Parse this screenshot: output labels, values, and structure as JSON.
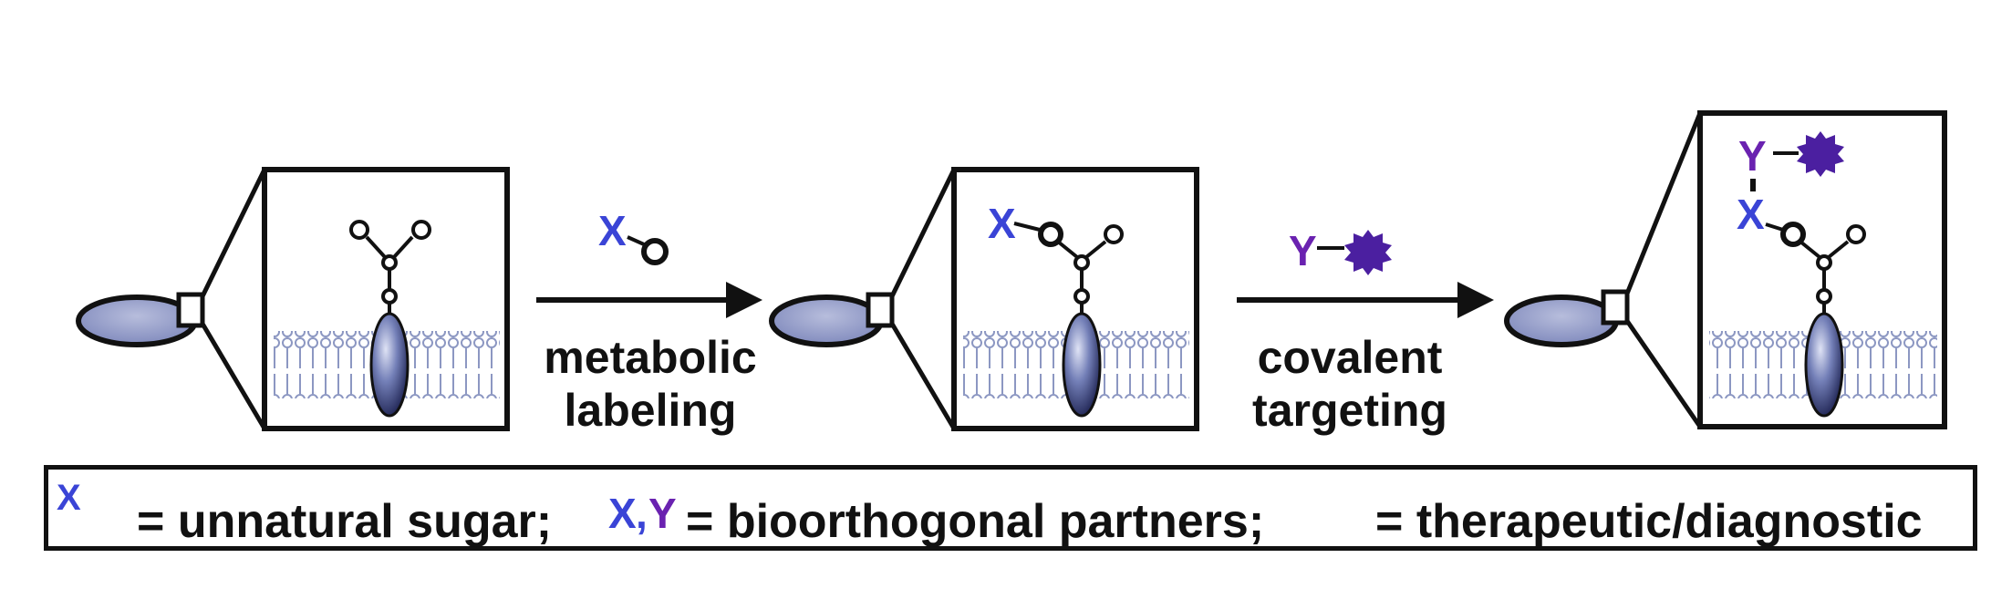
{
  "steps": [
    {
      "label_line1": "metabolic",
      "label_line2": "labeling"
    },
    {
      "label_line1": "covalent",
      "label_line2": "targeting"
    }
  ],
  "reagents": {
    "x_label": "X",
    "y_label": "Y"
  },
  "legend": {
    "x_label": "X",
    "y_label": "Y",
    "sugar_text": "= unnatural sugar;",
    "xy_text_x": "X",
    "xy_comma": ",",
    "xy_text_y": "Y",
    "partners_text": "= bioorthogonal partners;",
    "payload_text": "= therapeutic/diagnostic"
  },
  "colors": {
    "x_blue": "#3a44d6",
    "y_purple": "#6a22b0",
    "payload_purple": "#4b1fa0",
    "cell_fill": "#8d96c4",
    "membrane": "#9aa4c8"
  }
}
